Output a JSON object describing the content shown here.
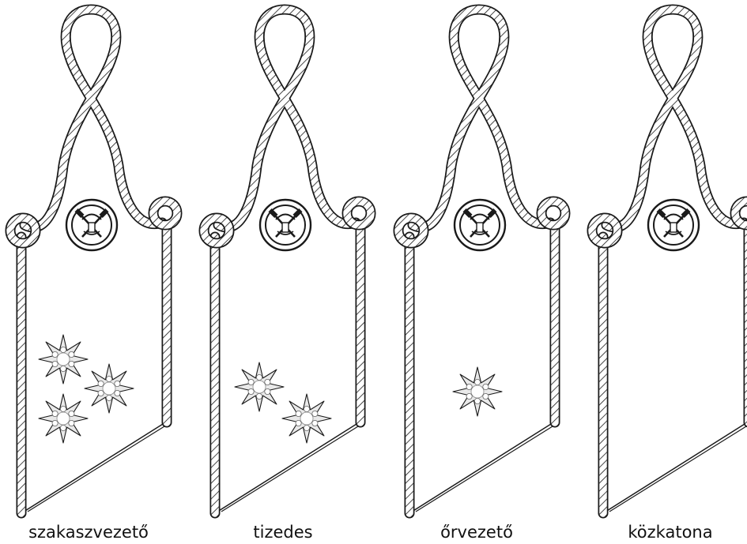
{
  "figure": {
    "insignia": [
      {
        "label": "szakaszvezető",
        "stars": 3
      },
      {
        "label": "tizedes",
        "stars": 2
      },
      {
        "label": "őrvezető",
        "stars": 1
      },
      {
        "label": "közkatona",
        "stars": 0
      }
    ],
    "emblem": "crossed-hammers-emblem-icon",
    "star_icon": "eight-point-star-icon",
    "colors": {
      "line": "#1a1a1a",
      "background": "#ffffff",
      "star_fill": "#e9e9e9"
    }
  }
}
